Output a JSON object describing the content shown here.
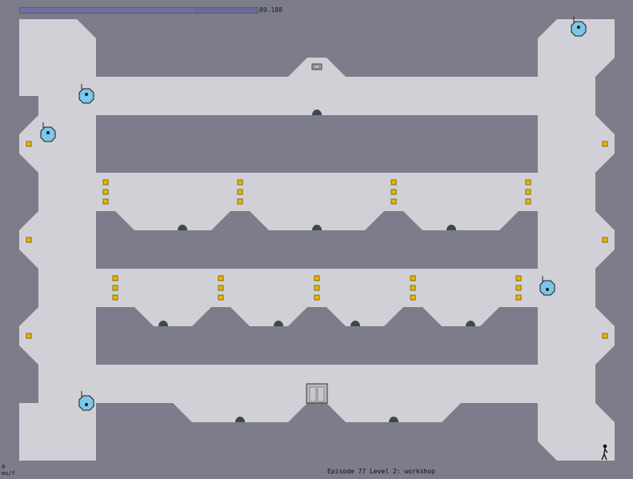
{
  "hud": {
    "time_value": "89.188",
    "time_remaining_fraction": 0.73,
    "fps_value": "0",
    "fps_unit": "ms/f",
    "episode_label": "Episode 77 Level 2: workshop"
  },
  "colors": {
    "background": "#7c7c8a",
    "floor": "#d0d0d6",
    "gold": "#e6b800",
    "gold_border": "#8a6a00",
    "drone": "#7cc6e8",
    "mine": "#3a4a4e",
    "ninja": "#111111"
  },
  "icons": {
    "gold": "square-gold-icon",
    "drone": "seeker-drone-icon",
    "mine": "dome-mine-icon",
    "exit": "exit-door-icon",
    "switch": "exit-switch-icon",
    "player": "ninja-icon"
  }
}
